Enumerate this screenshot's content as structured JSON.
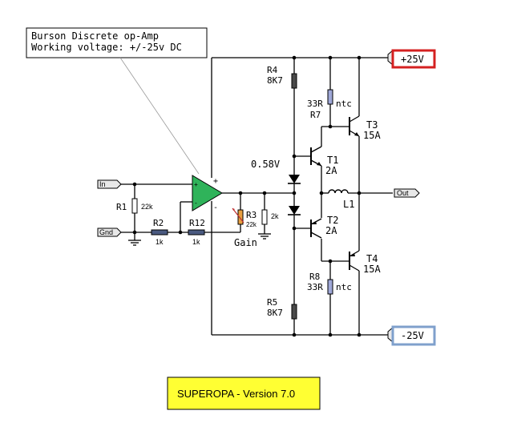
{
  "note": {
    "line1": "Burson Discrete op-Amp",
    "line2": "Working voltage: +/-25v DC"
  },
  "terminals": {
    "in": "In",
    "gnd": "Gnd",
    "out": "Out",
    "vpos": "+25V",
    "vneg": "-25V",
    "vpos_color": "#d42020",
    "vneg_color": "#7fa0cc"
  },
  "components": {
    "r1": {
      "name": "R1",
      "value": "22k"
    },
    "r2": {
      "name": "R2",
      "value": "1k"
    },
    "r12": {
      "name": "R12",
      "value": "1k"
    },
    "r3": {
      "name": "R3",
      "value": "22k"
    },
    "r3b": {
      "value": "2k"
    },
    "gain": "Gain",
    "r4": {
      "name": "R4",
      "value": "8K7"
    },
    "r5": {
      "name": "R5",
      "value": "8K7"
    },
    "r7": {
      "name": "R7",
      "value": "33R",
      "extra": "ntc"
    },
    "r8": {
      "name": "R8",
      "value": "33R",
      "extra": "ntc"
    },
    "bias_voltage": "0.58V",
    "t1": {
      "name": "T1",
      "value": "2A"
    },
    "t2": {
      "name": "T2",
      "value": "2A"
    },
    "t3": {
      "name": "T3",
      "value": "15A"
    },
    "t4": {
      "name": "T4",
      "value": "15A"
    },
    "l1": "L1",
    "opamp_plus": "+",
    "opamp_minus": "-",
    "opamp_color": "#2fb35a"
  },
  "banner": {
    "text": "SUPEROPA - Version 7.0",
    "bg": "#ffff33"
  }
}
